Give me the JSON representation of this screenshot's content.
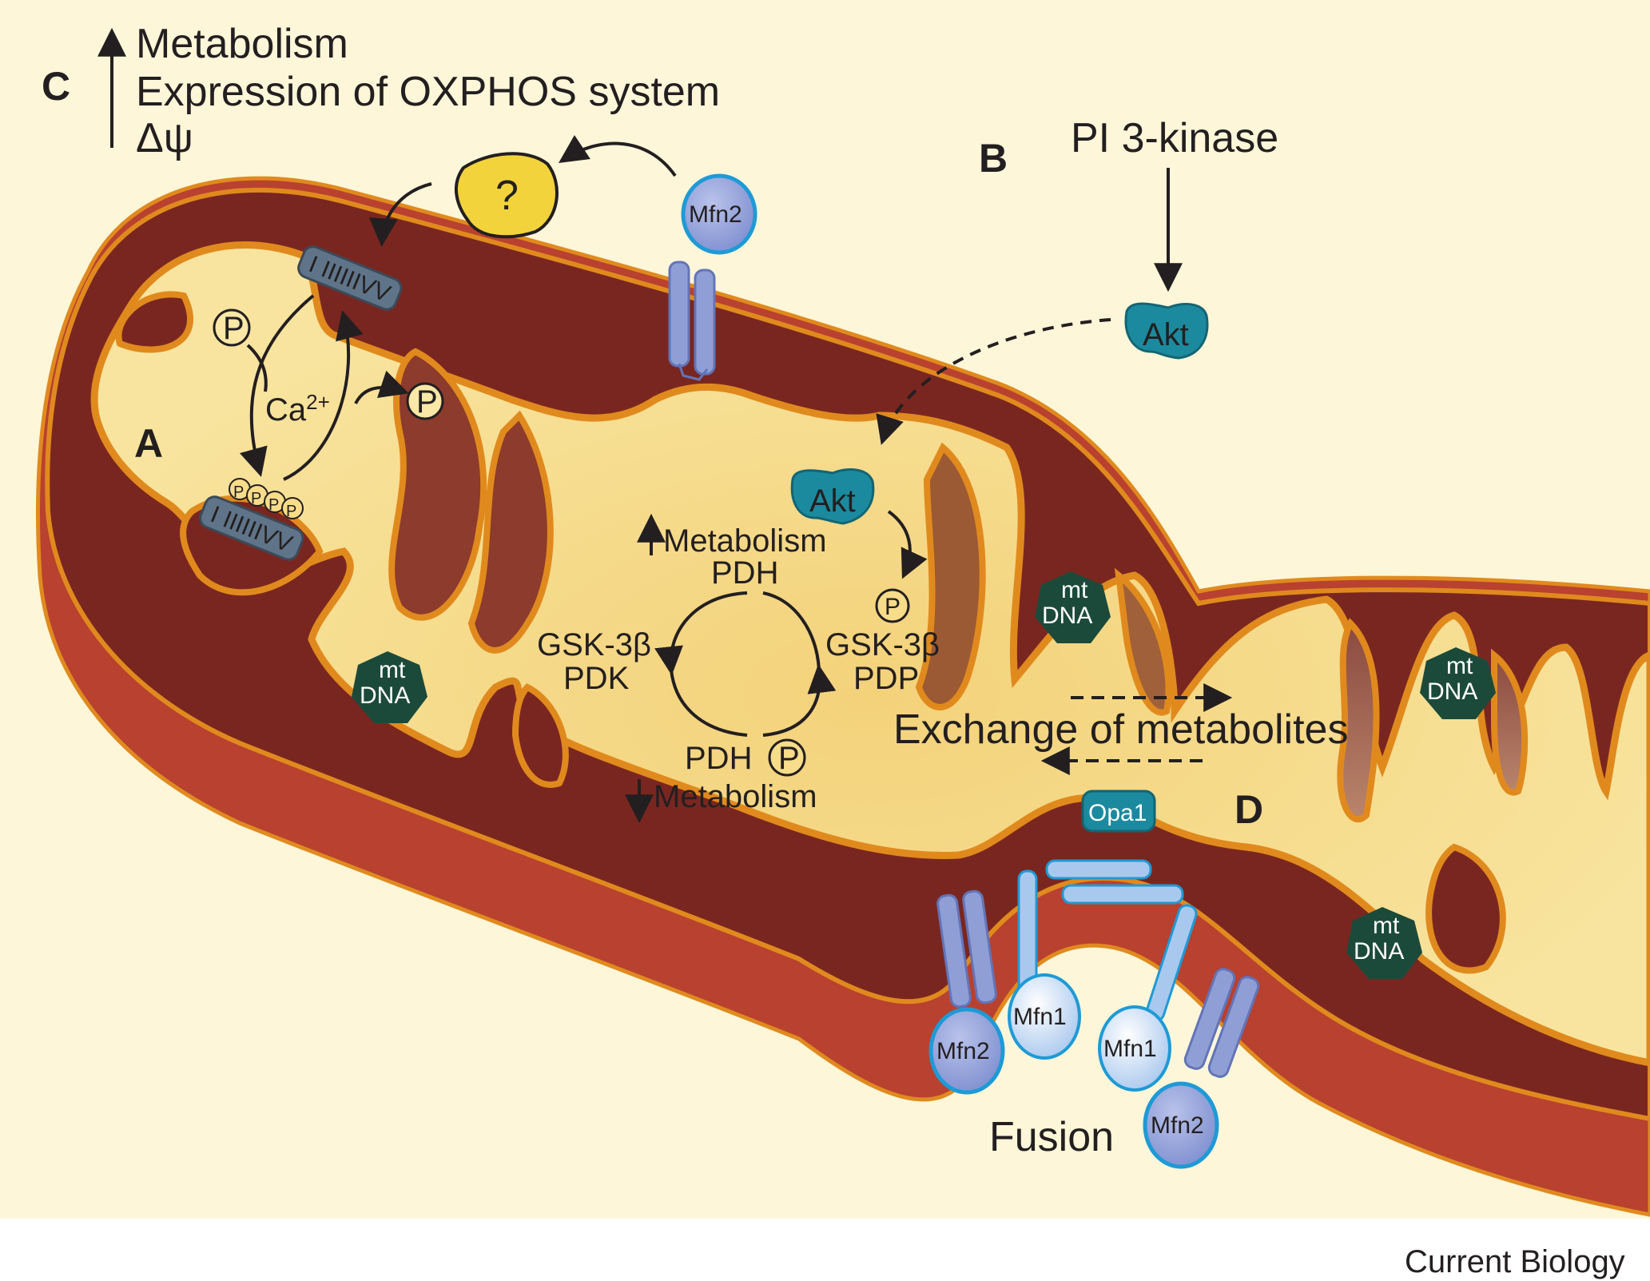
{
  "colors": {
    "background": "#fdf6d9",
    "outer_membrane": "#b8412f",
    "intermembrane": "#7a2620",
    "matrix": "#f7dc8a",
    "membrane_line": "#e08a1e",
    "mfn2": "#8f9fd6",
    "mfn1": "#a9c8ee",
    "akt": "#1c8a9e",
    "mtdna": "#1c4a3a",
    "unknown_protein": "#f2d33c"
  },
  "panels": {
    "a": "A",
    "b": "B",
    "c": "C",
    "d": "D"
  },
  "panel_c": {
    "line1": "Metabolism",
    "line2": "Expression of OXPHOS system",
    "line3": "Δψ",
    "unknown_symbol": "?"
  },
  "panel_b": {
    "pi3k": "PI 3-kinase"
  },
  "panel_a": {
    "phospho": "P",
    "calcium": "Ca",
    "calcium_charge": "2+"
  },
  "complexes": {
    "label": "I IIIIIIVV"
  },
  "proteins": {
    "mfn2": "Mfn2",
    "mfn1": "Mfn1",
    "akt": "Akt",
    "opa1": "Opa1"
  },
  "mtdna": {
    "line1": "mt",
    "line2": "DNA"
  },
  "cycle": {
    "top_metabolism": "Metabolism",
    "top_pdh": "PDH",
    "left_gsk": "GSK-3β",
    "left_pdk": "PDK",
    "right_gsk": "GSK-3β",
    "right_pdp": "PDP",
    "bottom_pdh": "PDH",
    "bottom_metabolism": "Metabolism",
    "phospho": "P"
  },
  "exchange": "Exchange of metabolites",
  "fusion": "Fusion",
  "credit": "Current Biology"
}
